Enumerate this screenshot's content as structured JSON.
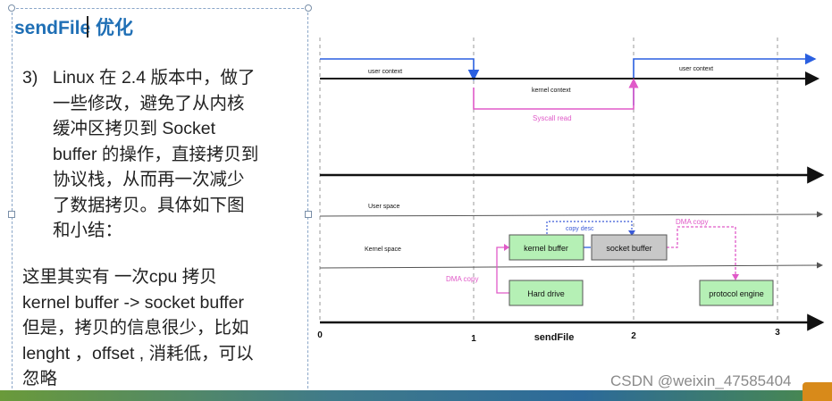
{
  "slide": {
    "title": "sendFile 优化",
    "paragraph_number": "3)",
    "paragraph_lines": [
      "Linux 在 2.4 版本中，做了",
      "一些修改，避免了从内核",
      "缓冲区拷贝到 Socket",
      "buffer 的操作，直接拷贝到",
      "协议栈，从而再一次减少",
      "了数据拷贝。具体如下图",
      "和小结："
    ],
    "summary_lines": [
      "这里其实有 一次cpu 拷贝",
      "kernel buffer -> socket buffer",
      "但是，拷贝的信息很少，比如",
      "lenght ，offset , 消耗低，可以",
      "忽略"
    ]
  },
  "diagram": {
    "user_context_left": "user context",
    "user_context_right": "user context",
    "kernel_context": "kernel context",
    "syscall_read": "Syscall read",
    "user_space": "User space",
    "kernel_space": "Kernel  space",
    "kernel_buffer": "kernel buffer",
    "socket_buffer": "socket buffer",
    "hard_drive": "Hard drive",
    "protocol_engine": "protocol engine",
    "dma_copy_left": "DMA copy",
    "dma_copy_right": "DMA copy",
    "copy_desc": "copy desc",
    "axis_label": "sendFile",
    "ticks": [
      "0",
      "1",
      "2",
      "3"
    ]
  },
  "colors": {
    "title": "#1f6fb5",
    "user_line": "#2a5fe0",
    "syscall_line": "#e05ac8",
    "box_green": "#b5f0b5",
    "box_gray": "#c8c8c8"
  },
  "watermark": "CSDN @weixin_47585404"
}
